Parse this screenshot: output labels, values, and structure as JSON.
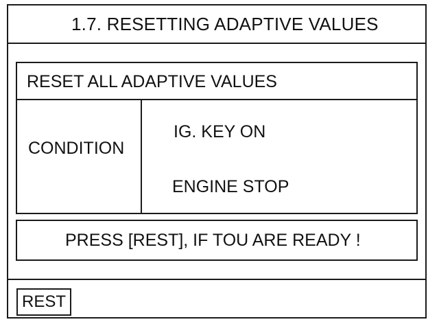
{
  "window": {
    "title": "1.7.  RESETTING ADAPTIVE VALUES"
  },
  "main": {
    "header": "RESET ALL ADAPTIVE VALUES",
    "condition_label": "CONDITION",
    "conditions": [
      "IG. KEY ON",
      "ENGINE STOP"
    ],
    "prompt": "PRESS [REST], IF TOU ARE READY !"
  },
  "footer": {
    "rest_button_label": "REST"
  }
}
